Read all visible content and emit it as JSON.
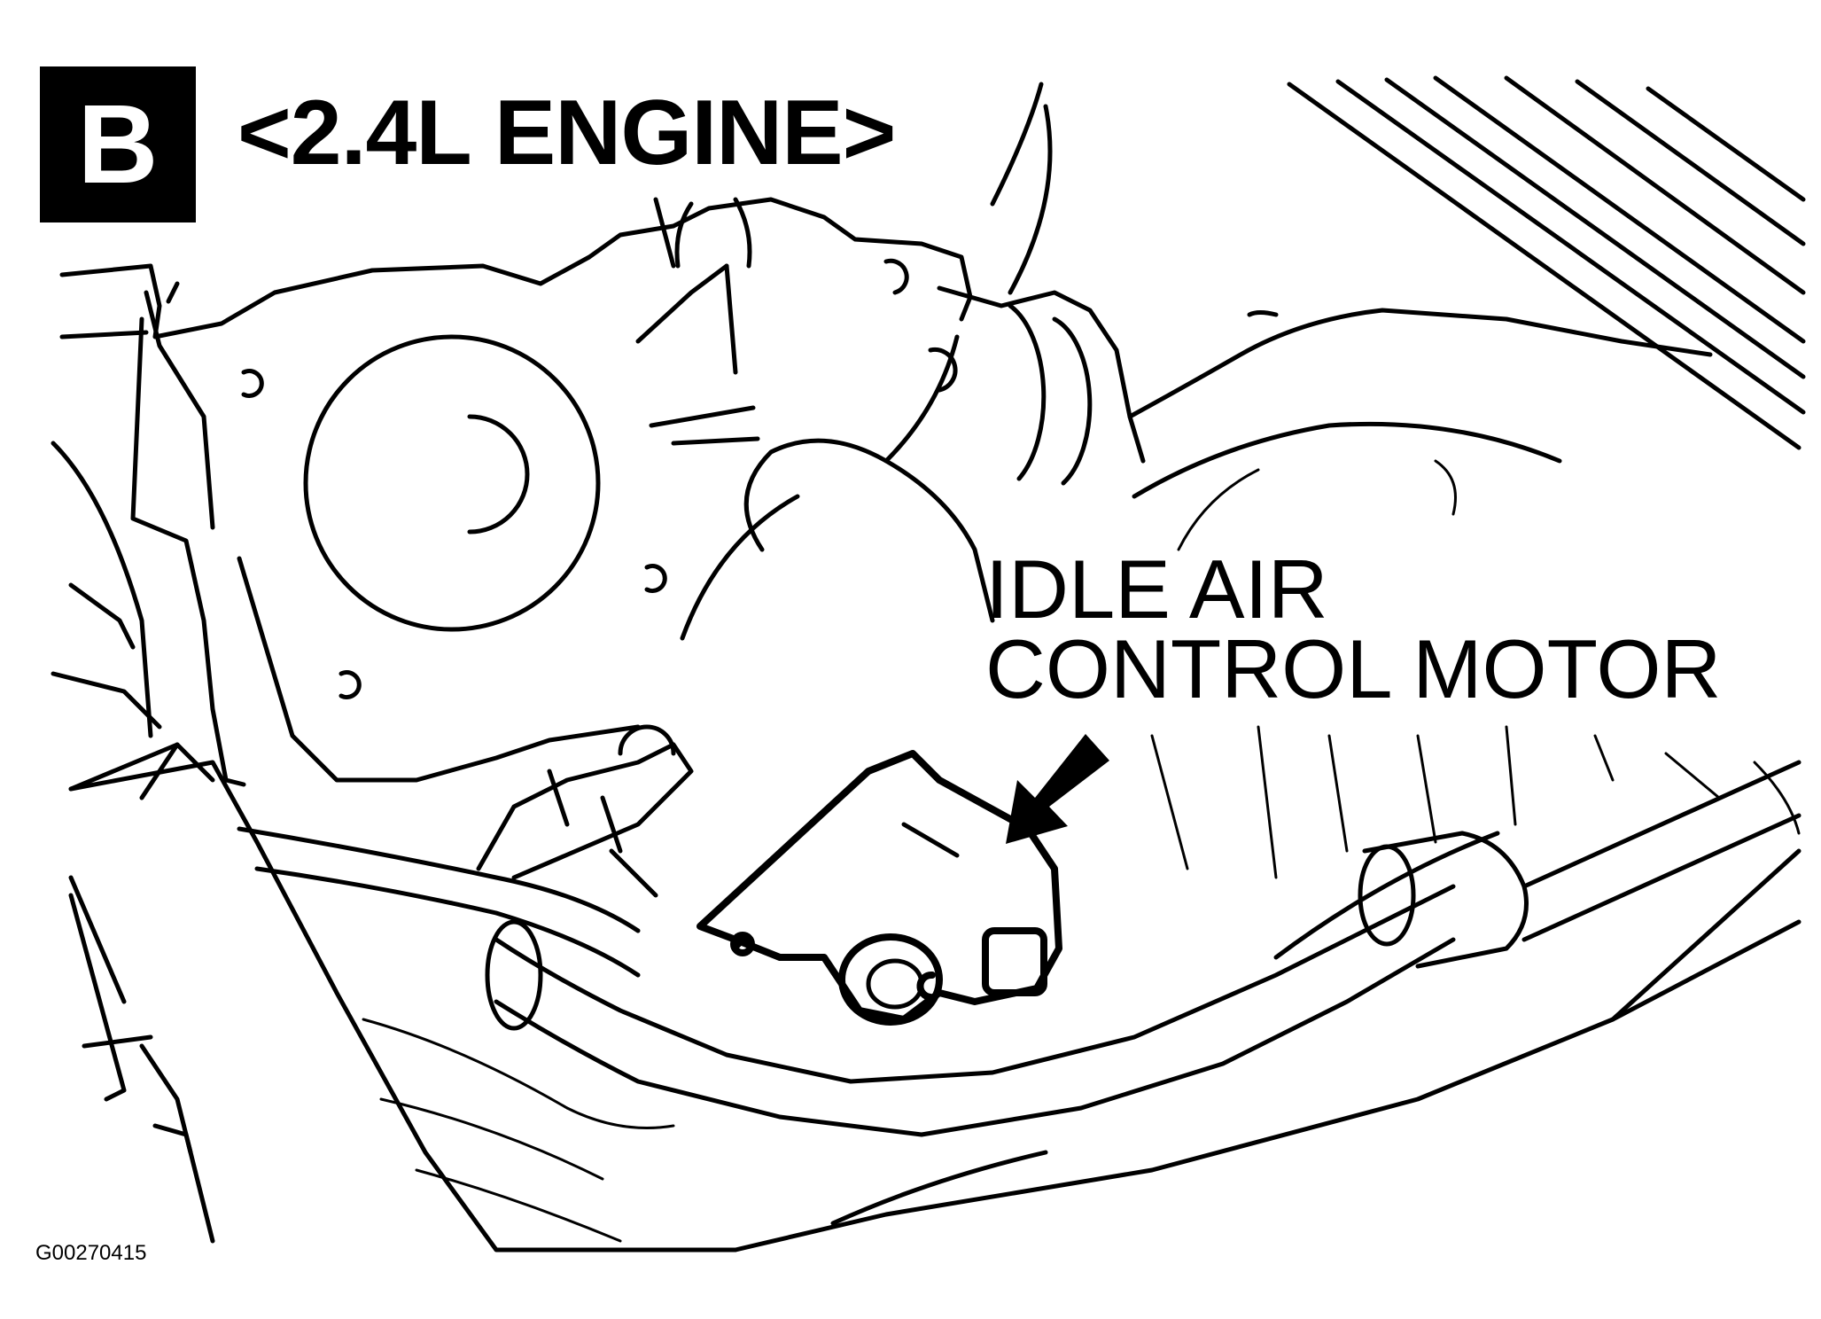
{
  "badge": {
    "letter": "B"
  },
  "title": "<2.4L ENGINE>",
  "callout": {
    "line1": "IDLE AIR",
    "line2": "CONTROL MOTOR"
  },
  "figure_id": "G00270415",
  "icons": {
    "callout_arrow": "arrow-down-left-icon"
  },
  "colors": {
    "ink": "#000000",
    "paper": "#ffffff"
  }
}
